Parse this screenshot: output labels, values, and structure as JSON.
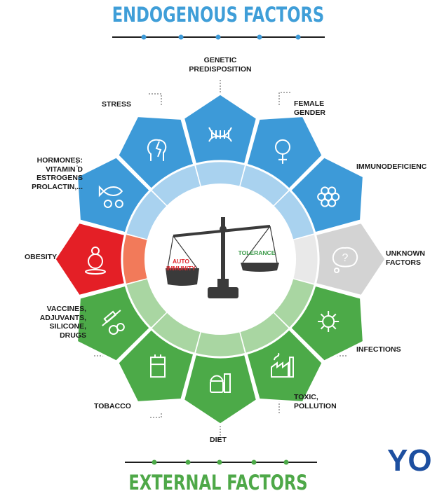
{
  "titles": {
    "endogenous": "ENDOGENOUS FACTORS",
    "external": "EXTERNAL FACTORS"
  },
  "factors": {
    "genetic": [
      "GENETIC",
      "PREDISPOSITION"
    ],
    "female": [
      "FEMALE",
      "GENDER"
    ],
    "immuno": [
      "IMMUNODEFICIENC"
    ],
    "unknown": [
      "UNKNOWN",
      "FACTORS"
    ],
    "infections": [
      "INFECTIONS"
    ],
    "toxic": [
      "TOXIC,",
      "POLLUTION"
    ],
    "diet": [
      "DIET"
    ],
    "tobacco": [
      "TOBACCO"
    ],
    "vaccines": [
      "VACCINES,",
      "ADJUVANTS,",
      "SILICONE,",
      "DRUGS"
    ],
    "obesity": [
      "OBESITY"
    ],
    "hormones": [
      "HORMONES:",
      "VITAMIN D",
      "ESTROGENS",
      "PROLACTIN,..."
    ],
    "stress": [
      "STRESS"
    ]
  },
  "scale": {
    "left_label": "AUTO IMMUNITY",
    "right_label": "TOLERANCE"
  },
  "corner_text": "YO",
  "colors": {
    "blue": "#3d9ad8",
    "blue_inner": "#a9d2ef",
    "green": "#4caa48",
    "green_inner": "#a9d6a2",
    "red": "#e41f26",
    "red_inner": "#f27a5a",
    "grey": "#d3d3d3",
    "grey_inner": "#e9e9e9",
    "title_blue": "#3f9ed8",
    "title_green": "#4ea848",
    "auto_immunity_red": "#e0282e",
    "tolerance_green": "#3a9a48",
    "you_blue": "#1d4fa0"
  },
  "icons": {
    "genetic": "dna-icon",
    "female": "female-symbol-icon",
    "immuno": "virus-cells-icon",
    "unknown": "question-bubble-icon",
    "infections": "germ-icon",
    "toxic": "factory-icon",
    "diet": "food-icon",
    "tobacco": "cigarette-pack-icon",
    "vaccines": "syringe-pills-icon",
    "obesity": "person-scale-icon",
    "hormones": "fish-sun-icon",
    "stress": "head-stress-icon",
    "center": "balance-scale-icon"
  }
}
